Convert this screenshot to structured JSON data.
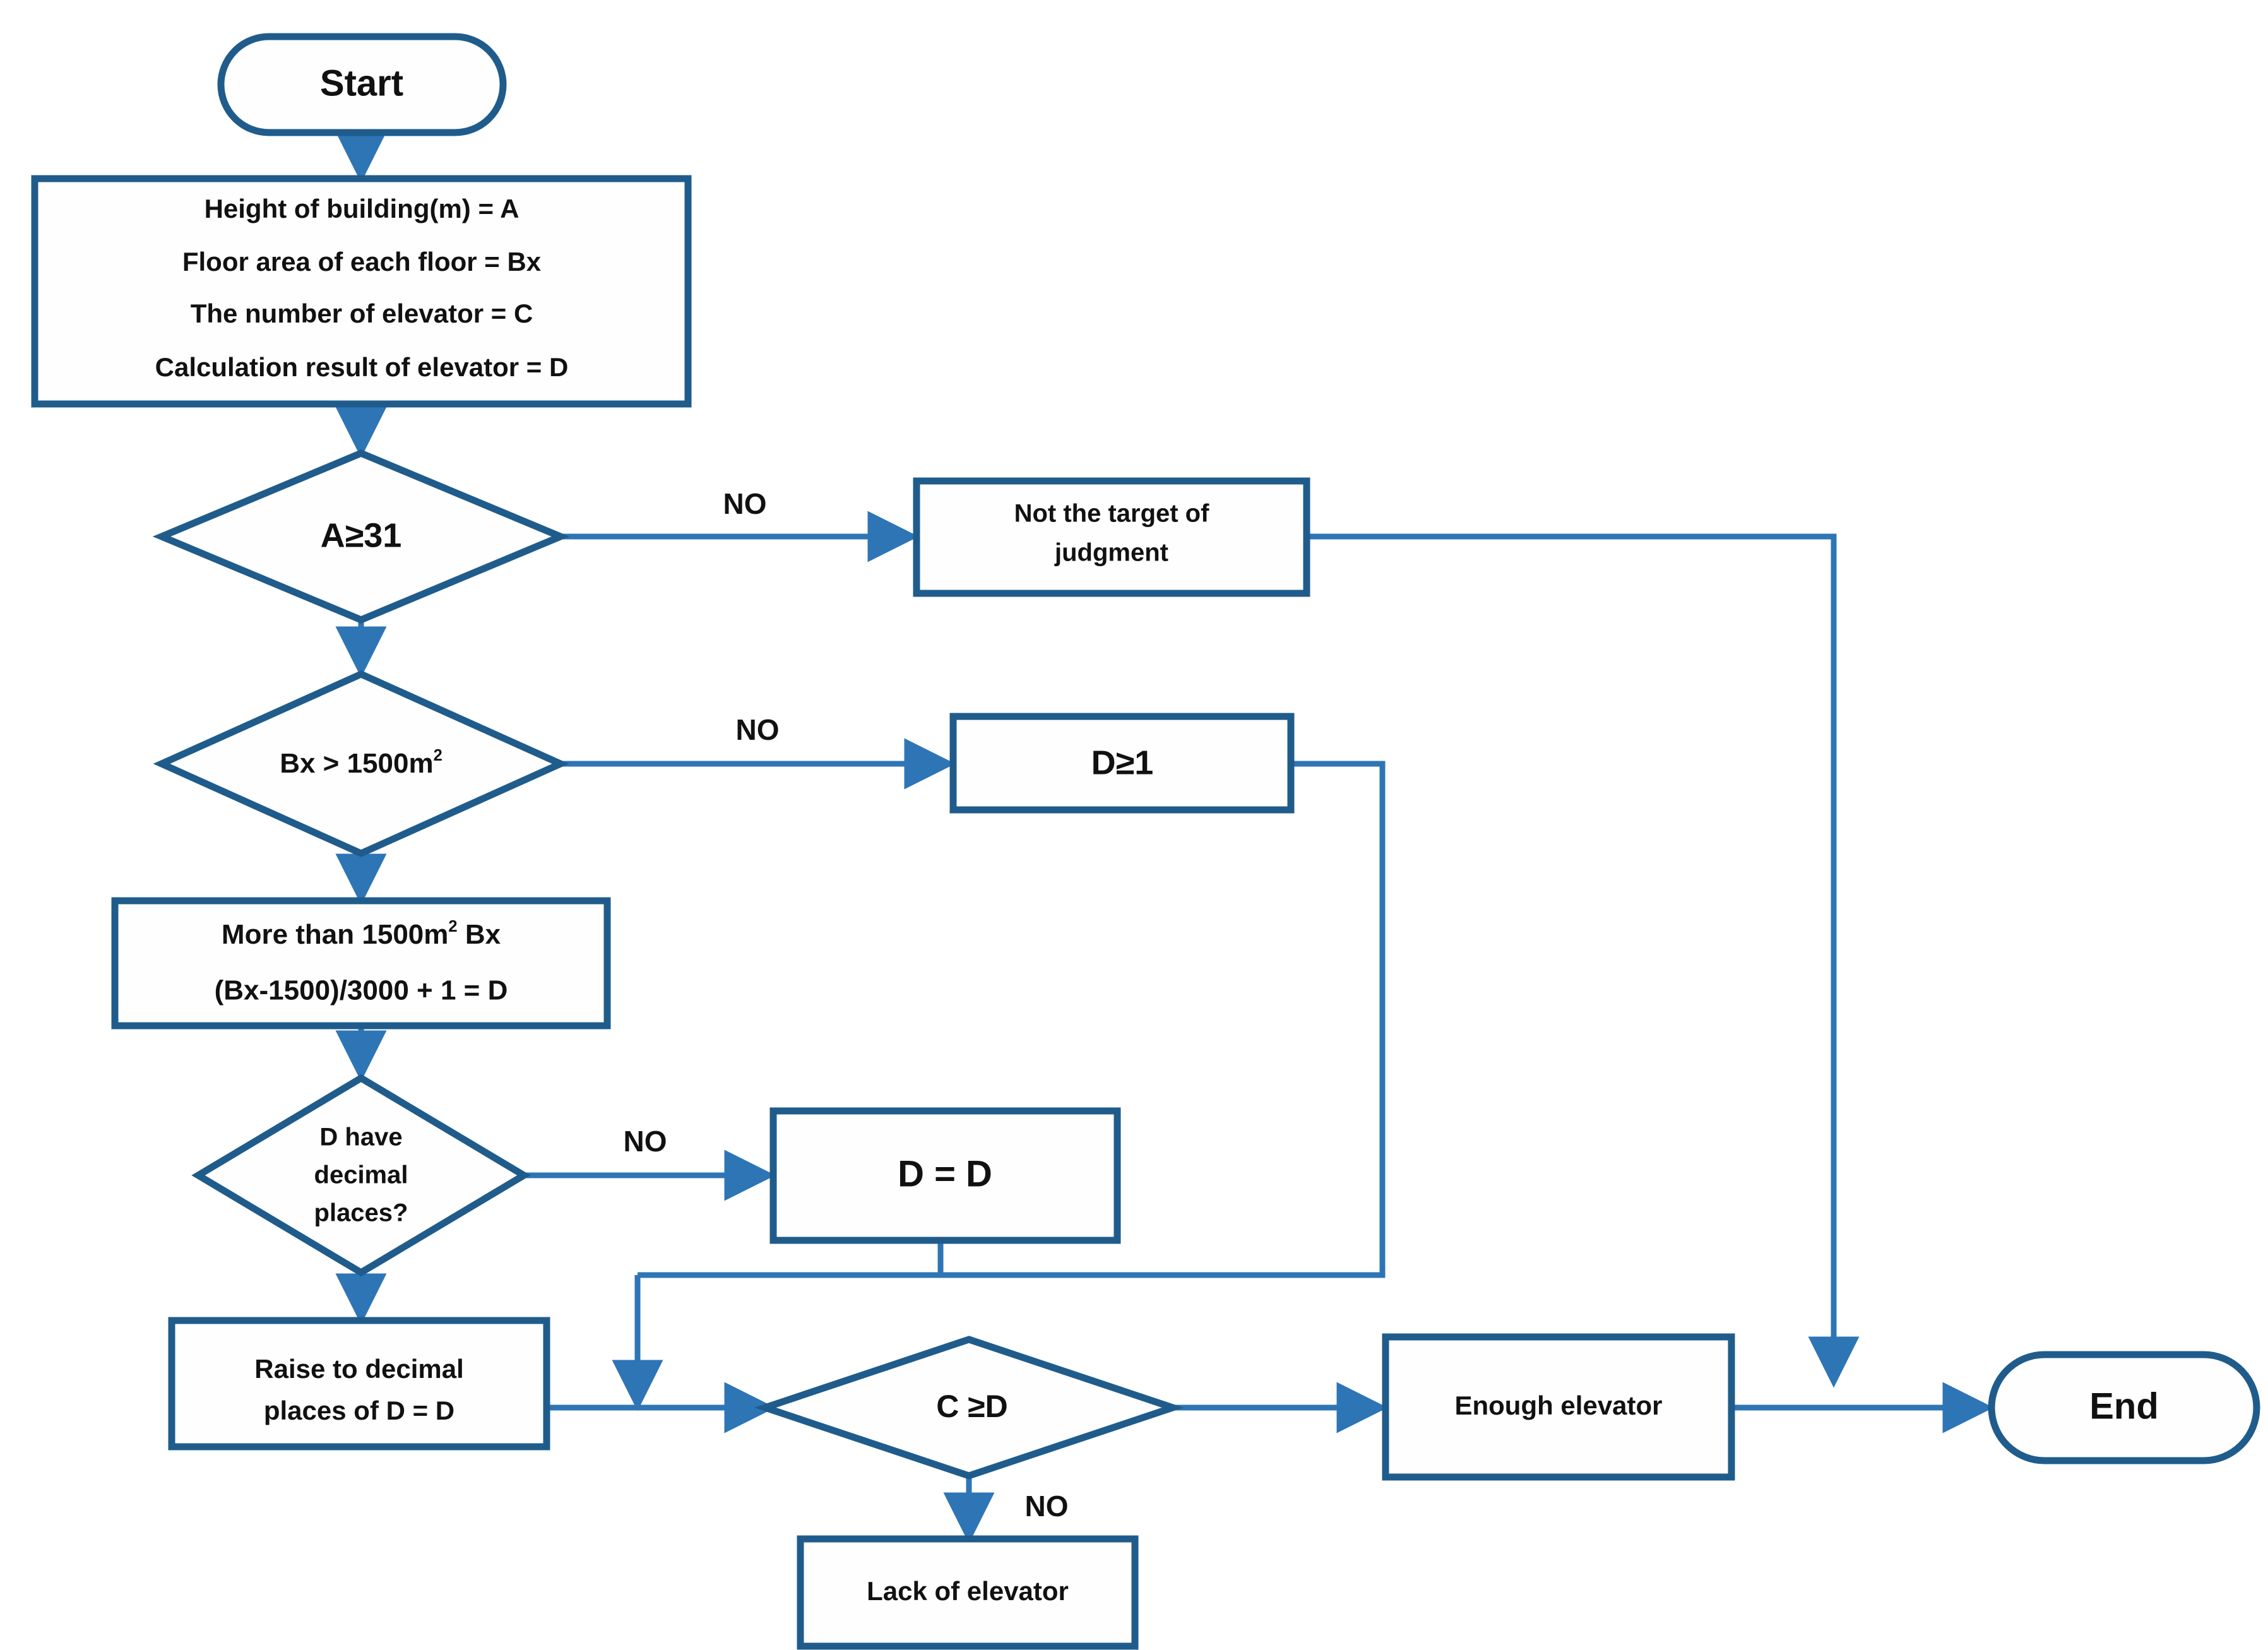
{
  "meta": {
    "title": "Elevator sufficiency judgment flowchart",
    "colors": {
      "shape_border": "#1f5c8b",
      "connector": "#2e75b6",
      "shape_fill": "#fefefe",
      "text": "#111111",
      "background": "#ffffff"
    }
  },
  "nodes": {
    "start": {
      "label": "Start",
      "shape": "terminator"
    },
    "inputs": {
      "shape": "process",
      "lines": [
        "Height of building(m) = A",
        "Floor area of each floor = Bx",
        "The number of elevator = C",
        "Calculation result of elevator = D"
      ]
    },
    "decision_height": {
      "label": "A≥31",
      "shape": "decision"
    },
    "not_target": {
      "shape": "process",
      "lines": [
        "Not the target of",
        "judgment"
      ]
    },
    "decision_area": {
      "shape": "decision",
      "label_main": "Bx > 1500",
      "label_unit": "m",
      "label_sup": "2"
    },
    "d_ge_1": {
      "label": "D≥1",
      "shape": "process"
    },
    "calc_d": {
      "shape": "process",
      "line1_pre": "More than 1500",
      "line1_unit": "m",
      "line1_sup": "2",
      "line1_post": " Bx",
      "line2": "(Bx-1500)/3000 + 1 = D"
    },
    "decision_decimal": {
      "shape": "decision",
      "lines": [
        "D have",
        "decimal",
        "places?"
      ]
    },
    "d_equals_d": {
      "label": "D = D",
      "shape": "process"
    },
    "raise_decimal": {
      "shape": "process",
      "lines": [
        "Raise to decimal",
        "places of D = D"
      ]
    },
    "decision_enough": {
      "label": "C ≥D",
      "shape": "decision"
    },
    "enough_elevator": {
      "label": "Enough elevator",
      "shape": "process"
    },
    "lack_elevator": {
      "label": "Lack of elevator",
      "shape": "process"
    },
    "end": {
      "label": "End",
      "shape": "terminator"
    }
  },
  "edge_labels": {
    "no_height": "NO",
    "no_area": "NO",
    "no_decimal": "NO",
    "no_enough": "NO"
  }
}
